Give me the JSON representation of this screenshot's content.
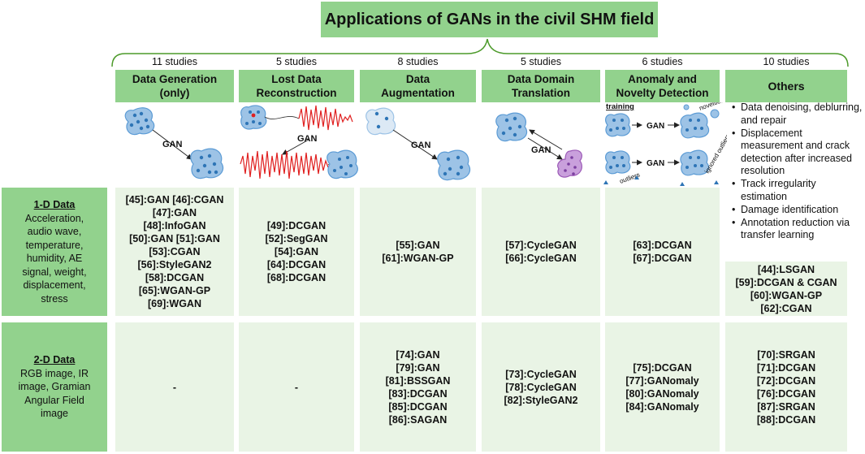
{
  "title": "Applications of GANs in the civil SHM field",
  "columns": [
    {
      "count": "11 studies",
      "label_lines": [
        "Data Generation",
        "(only)"
      ]
    },
    {
      "count": "5 studies",
      "label_lines": [
        "Lost Data",
        "Reconstruction"
      ]
    },
    {
      "count": "8 studies",
      "label_lines": [
        "Data",
        "Augmentation"
      ]
    },
    {
      "count": "5 studies",
      "label_lines": [
        "Data Domain",
        "Translation"
      ]
    },
    {
      "count": "6 studies",
      "label_lines": [
        "Anomaly and",
        "Novelty Detection"
      ]
    },
    {
      "count": "10 studies",
      "label_lines": [
        "Others"
      ]
    }
  ],
  "diagram_labels": {
    "gan": "GAN",
    "training": "training",
    "novelties": "novelties",
    "outliers": "outliers",
    "ignored_outliers": "ignored outliers"
  },
  "others_items": [
    "Data denoising, deblurring, and repair",
    "Displacement measurement and crack detection after increased resolution",
    "Track irregularity estimation",
    "Damage identification",
    "Annotation reduction via transfer learning"
  ],
  "rows": [
    {
      "title": "1-D Data",
      "desc_lines": [
        "Acceleration,",
        "audio wave,",
        "temperature,",
        "humidity, AE",
        "signal, weight,",
        "displacement,",
        "stress"
      ],
      "cells": [
        [
          "[45]:GAN [46]:CGAN",
          "[47]:GAN",
          "[48]:InfoGAN",
          "[50]:GAN [51]:GAN",
          "[53]:CGAN",
          "[56]:StyleGAN2",
          "[58]:DCGAN",
          "[65]:WGAN-GP",
          "[69]:WGAN"
        ],
        [
          "[49]:DCGAN",
          "[52]:SegGAN",
          "[54]:GAN",
          "[64]:DCGAN",
          "[68]:DCGAN"
        ],
        [
          "[55]:GAN",
          "[61]:WGAN-GP"
        ],
        [
          "[57]:CycleGAN",
          "[66]:CycleGAN"
        ],
        [
          "[63]:DCGAN",
          "[67]:DCGAN"
        ],
        [
          "[44]:LSGAN",
          "[59]:DCGAN & CGAN",
          "[60]:WGAN-GP",
          "[62]:CGAN"
        ]
      ]
    },
    {
      "title": "2-D Data",
      "desc_lines": [
        "RGB image, IR",
        "image, Gramian",
        "Angular Field",
        "image"
      ],
      "cells": [
        [
          "-"
        ],
        [
          "-"
        ],
        [
          "[74]:GAN",
          "[79]:GAN",
          "[81]:BSSGAN",
          "[83]:DCGAN",
          "[85]:DCGAN",
          "[86]:SAGAN"
        ],
        [
          "[73]:CycleGAN",
          "[78]:CycleGAN",
          "[82]:StyleGAN2"
        ],
        [
          "[75]:DCGAN",
          "[77]:GANomaly",
          "[80]:GANomaly",
          "[84]:GANomaly"
        ],
        [
          "[70]:SRGAN",
          "[71]:DCGAN",
          "[72]:DCGAN",
          "[76]:DCGAN",
          "[87]:SRGAN",
          "[88]:DCGAN"
        ]
      ]
    }
  ],
  "colors": {
    "header_green": "#92d28d",
    "cell_green": "#e9f4e5",
    "blob_blue": "#9dc3e6",
    "blob_border": "#5b9bd5",
    "dot_blue": "#2e75b6",
    "purple": "#c9a0dc",
    "signal_red": "#e02020",
    "brace_green": "#4c9a2a"
  }
}
